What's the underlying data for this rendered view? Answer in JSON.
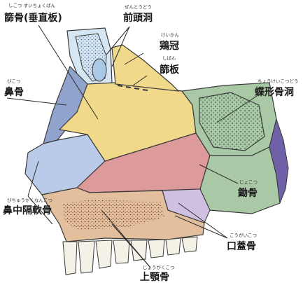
{
  "labels": {
    "ethmoid_plate": {
      "text": "篩骨(垂直板)",
      "reading": "しこつ すいちょくばん"
    },
    "frontal_sinus": {
      "text": "前頭洞",
      "reading": "ぜんとうどう"
    },
    "crista_galli": {
      "text": "鶏冠",
      "reading": "けいかん"
    },
    "cribriform_plate": {
      "text": "篩板",
      "reading": "しばん"
    },
    "nasal_bone": {
      "text": "鼻骨",
      "reading": "びこつ"
    },
    "sphenoid_sinus": {
      "text": "蝶形骨洞",
      "reading": "ちょうけいこつどう"
    },
    "septal_cartilage": {
      "text": "鼻中隔軟骨",
      "reading": "びちゅうかくなんこつ"
    },
    "vomer": {
      "text": "鋤骨",
      "reading": "じょこつ"
    },
    "palatine_bone": {
      "text": "口蓋骨",
      "reading": "こうがいこつ"
    },
    "maxilla": {
      "text": "上顎骨",
      "reading": "じょうがくこつ"
    }
  },
  "colors": {
    "ethmoid": "#f1d98c",
    "nasal": "#8fa3cc",
    "cartilage": "#b9cbe8",
    "vomer": "#dd9a9a",
    "sphenoid": "#a9c8a6",
    "sphenoid_inner": "#4a8a5a",
    "palatine": "#cfc0e2",
    "maxilla": "#e3bf9d",
    "frontal": "#a9c9e6",
    "purple": "#7060a8",
    "teeth": "#f4f1e6"
  }
}
